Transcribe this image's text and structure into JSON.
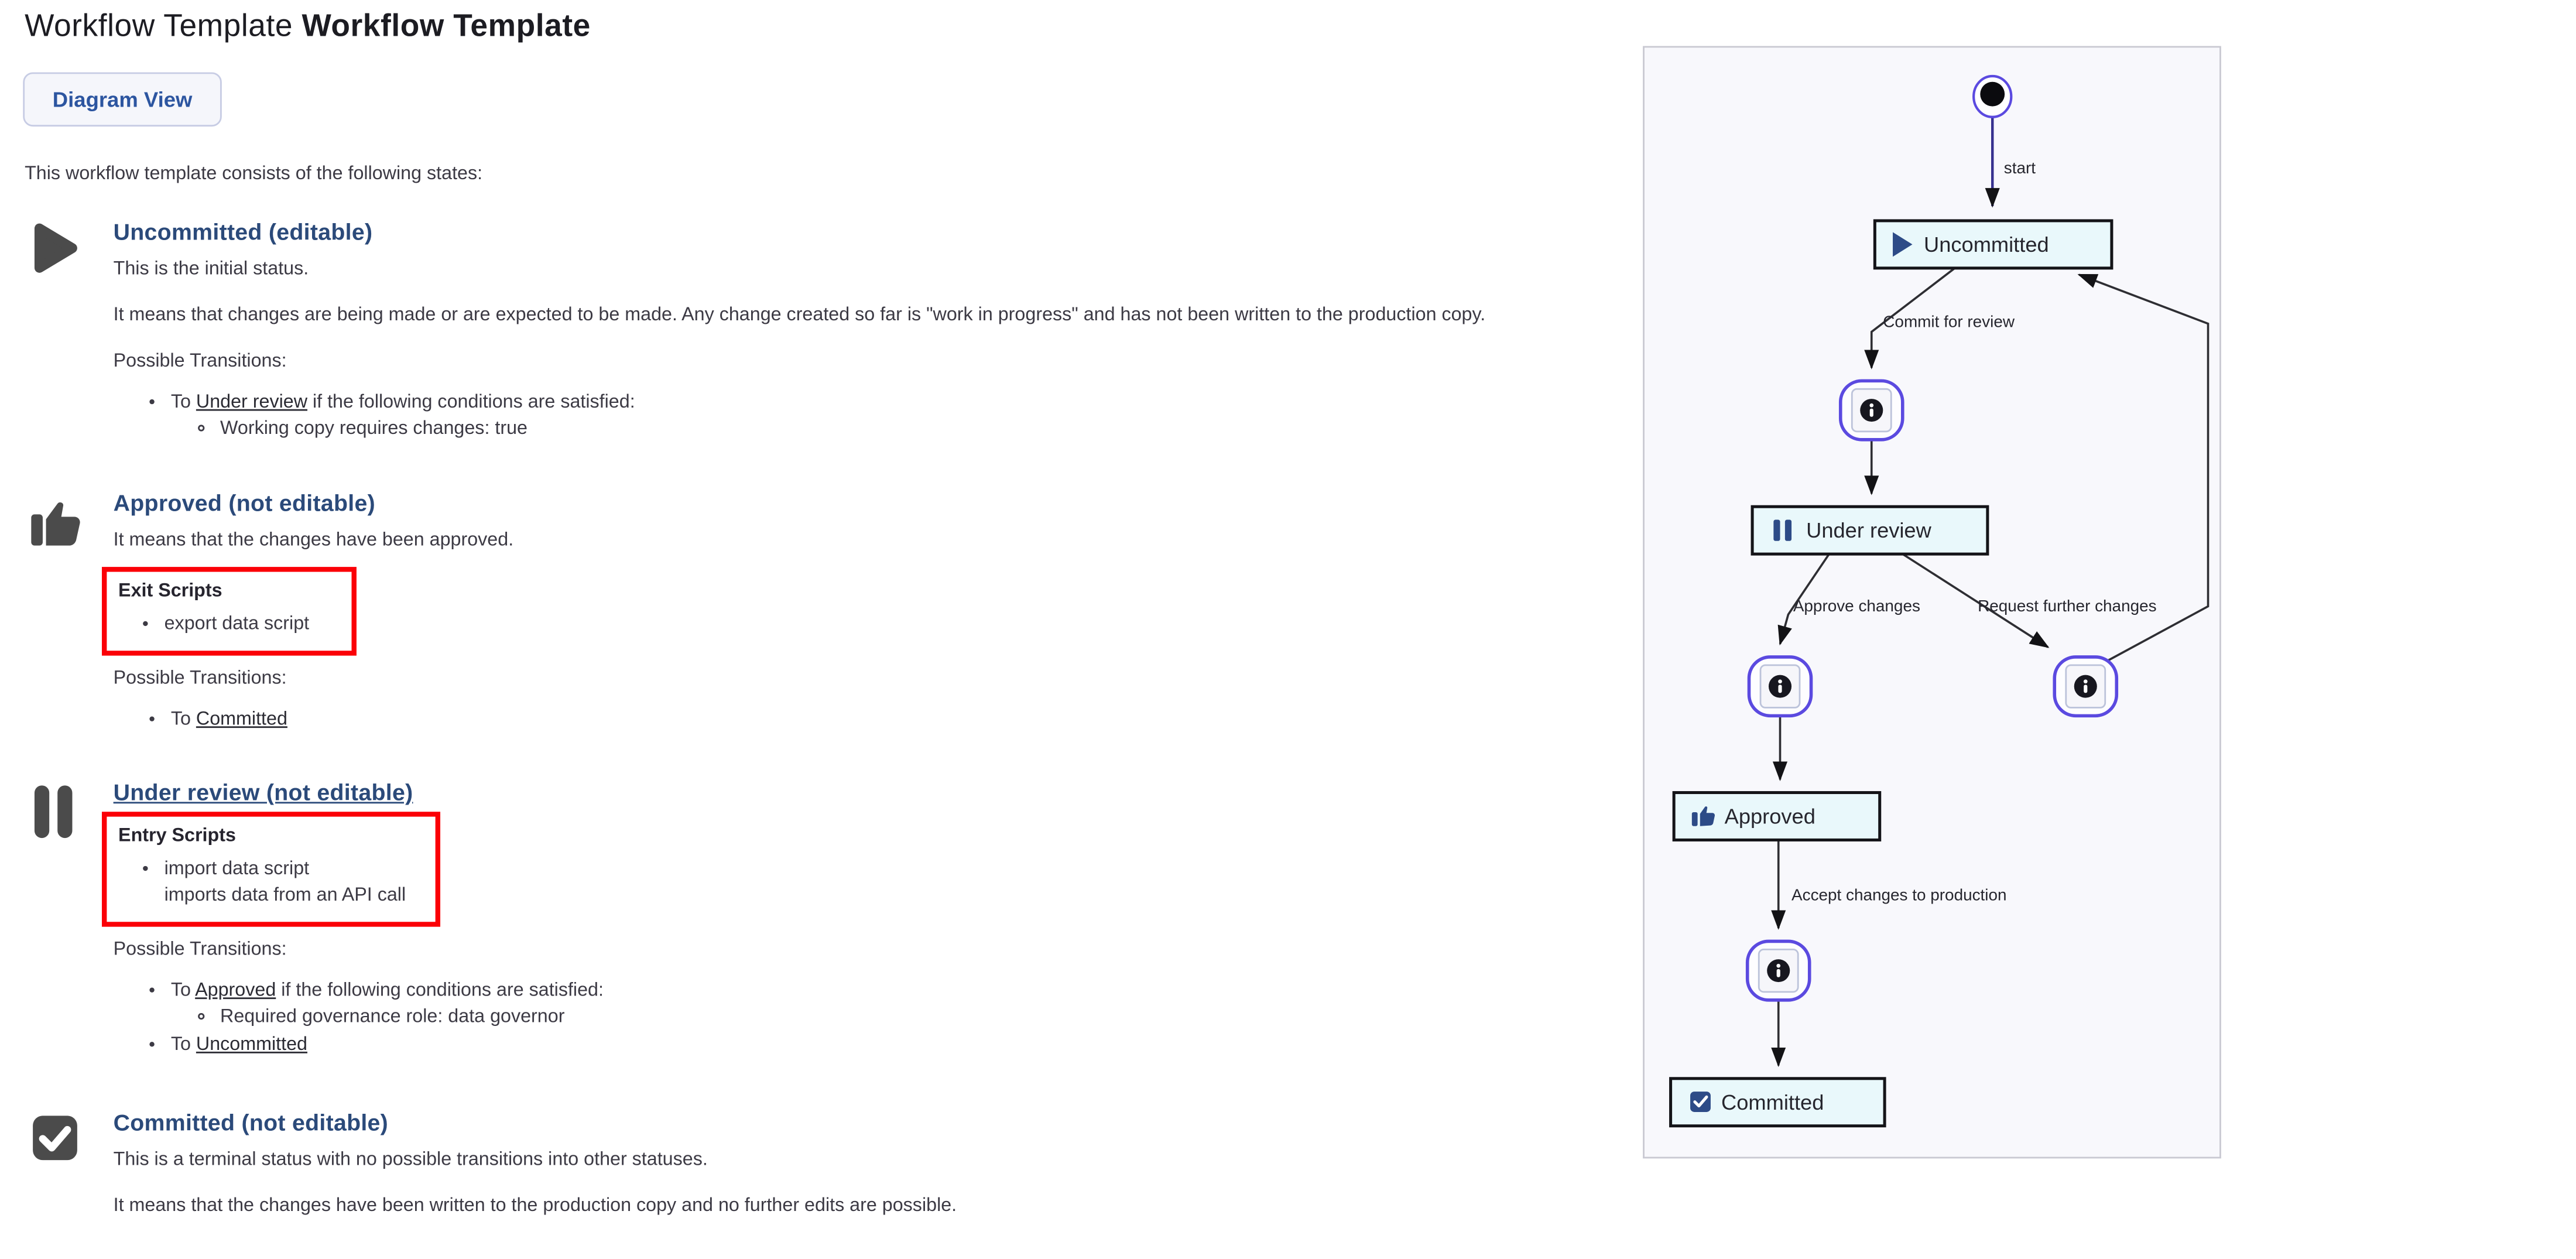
{
  "colors": {
    "heading_navy": "#2b4a7a",
    "button_blue": "#2c55a0",
    "body_text": "#3c3a44",
    "highlight_red": "#fb0007",
    "diagram_node_fill": "#e9f8fb",
    "diagram_info_border": "#5b4ae0",
    "diagram_panel_bg": "#f8f8fc",
    "icon_gray": "#4b4b4b"
  },
  "header": {
    "title_regular": "Workflow Template ",
    "title_bold": "Workflow Template"
  },
  "toolbar": {
    "diagram_view_label": "Diagram View"
  },
  "intro_text": "This workflow template consists of the following states:",
  "labels": {
    "possible_transitions": "Possible Transitions:"
  },
  "states": [
    {
      "icon": "play-icon",
      "heading": "Uncommitted (editable)",
      "paragraphs": [
        "This is the initial status.",
        "It means that changes are being made or are expected to be made. Any change created so far is \"work in progress\" and has not been written to the production copy."
      ],
      "transitions": [
        {
          "prefix": "To ",
          "link": "Under review",
          "suffix": " if the following conditions are satisfied:",
          "conditions": [
            "Working copy requires changes: true"
          ]
        }
      ]
    },
    {
      "icon": "thumbs-up-icon",
      "heading": "Approved (not editable)",
      "paragraphs": [
        "It means that the changes have been approved."
      ],
      "scripts": {
        "title": "Exit Scripts",
        "items": [
          {
            "name": "export data script",
            "description": ""
          }
        ]
      },
      "transitions": [
        {
          "prefix": "To ",
          "link": "Committed",
          "suffix": "",
          "conditions": []
        }
      ]
    },
    {
      "icon": "pause-icon",
      "heading": "Under review (not editable)",
      "paragraphs": [],
      "scripts": {
        "title": "Entry Scripts",
        "items": [
          {
            "name": "import data script",
            "description": "imports data from an API call"
          }
        ]
      },
      "transitions": [
        {
          "prefix": "To ",
          "link": "Approved",
          "suffix": " if the following conditions are satisfied:",
          "conditions": [
            "Required governance role: data governor"
          ]
        },
        {
          "prefix": "To ",
          "link": "Uncommitted",
          "suffix": "",
          "conditions": []
        }
      ]
    },
    {
      "icon": "check-icon",
      "heading": "Committed (not editable)",
      "paragraphs": [
        "This is a terminal status with no possible transitions into other statuses.",
        "It means that the changes have been written to the production copy and no further edits are possible."
      ],
      "transitions": []
    }
  ],
  "diagram": {
    "nodes": {
      "uncommitted": "Uncommitted",
      "under_review": "Under review",
      "approved": "Approved",
      "committed": "Committed"
    },
    "edge_labels": {
      "start": "start",
      "commit_for_review": "Commit for review",
      "approve_changes": "Approve changes",
      "request_further_changes": "Request further changes",
      "accept_changes": "Accept changes to production"
    }
  }
}
